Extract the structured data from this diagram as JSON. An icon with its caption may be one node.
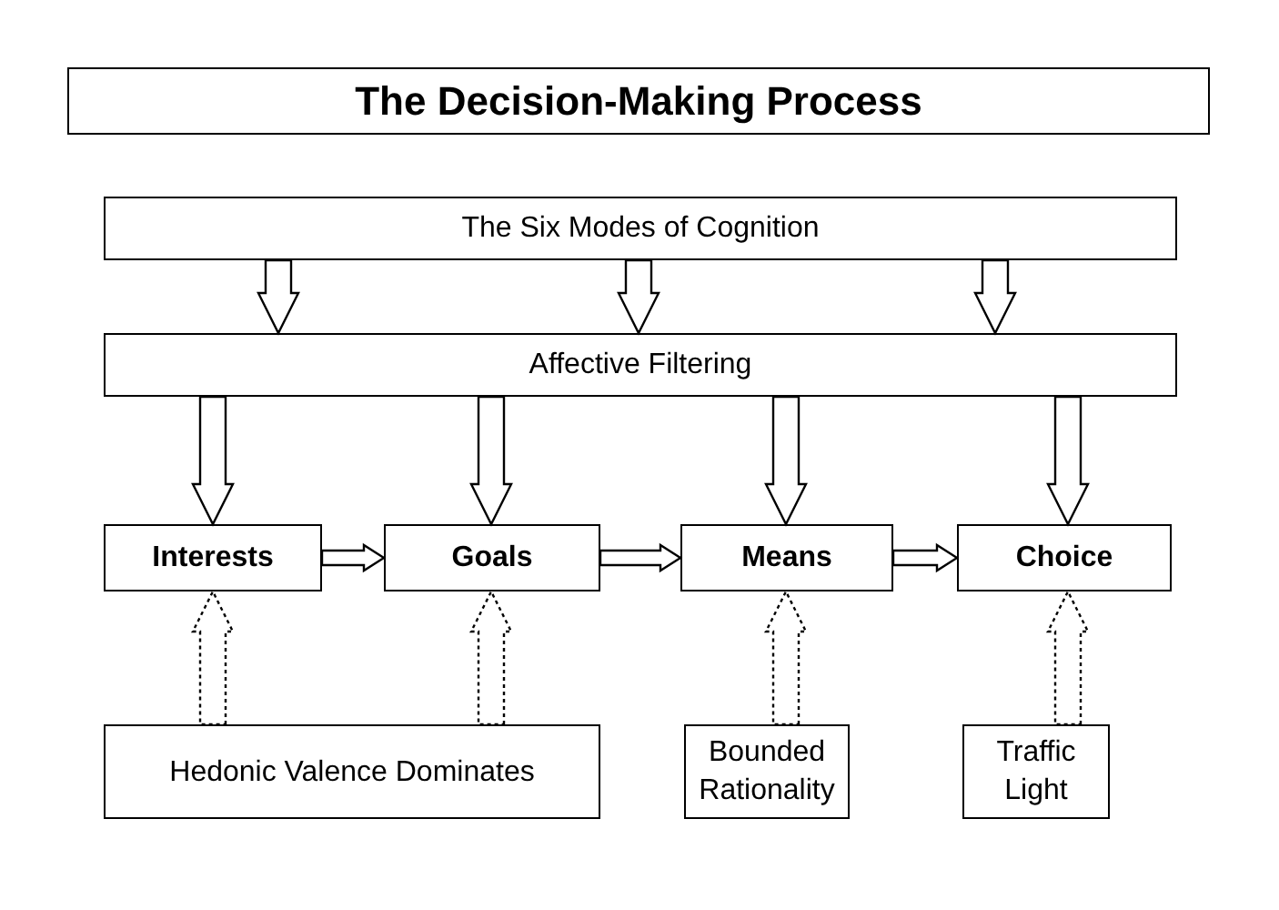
{
  "diagram": {
    "title": "The Decision-Making Process",
    "nodes": [
      {
        "text": [
          "The Six Modes of Cognition"
        ]
      },
      {
        "text": [
          "Affective Filtering"
        ]
      },
      {
        "text": [
          "Interests"
        ]
      },
      {
        "text": [
          "Goals"
        ]
      },
      {
        "text": [
          "Means"
        ]
      },
      {
        "text": [
          "Choice"
        ]
      },
      {
        "text": [
          "Hedonic Valence Dominates"
        ]
      },
      {
        "text": [
          "Bounded Rationality"
        ]
      },
      {
        "text": [
          "Traffic Light"
        ]
      }
    ],
    "edges": [
      {
        "from": 0,
        "to": 1,
        "arrow": "to"
      },
      {
        "from": 0,
        "to": 1,
        "arrow": "to"
      },
      {
        "from": 0,
        "to": 1,
        "arrow": "to"
      },
      {
        "from": 1,
        "to": 2,
        "arrow": "to"
      },
      {
        "from": 1,
        "to": 3,
        "arrow": "to"
      },
      {
        "from": 1,
        "to": 4,
        "arrow": "to"
      },
      {
        "from": 1,
        "to": 5,
        "arrow": "to"
      },
      {
        "from": 2,
        "to": 3,
        "arrow": "to"
      },
      {
        "from": 3,
        "to": 4,
        "arrow": "to"
      },
      {
        "from": 4,
        "to": 5,
        "arrow": "to"
      },
      {
        "from": 6,
        "to": 2,
        "arrow": "to",
        "style": "dashed"
      },
      {
        "from": 6,
        "to": 3,
        "arrow": "to",
        "style": "dashed"
      },
      {
        "from": 7,
        "to": 4,
        "arrow": "to",
        "style": "dashed"
      },
      {
        "from": 8,
        "to": 5,
        "arrow": "to",
        "style": "dashed"
      }
    ]
  }
}
